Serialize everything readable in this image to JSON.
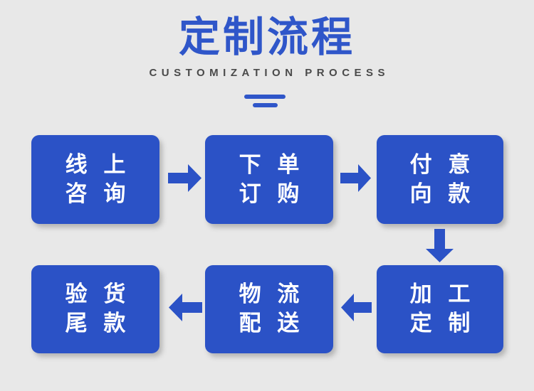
{
  "header": {
    "title": "定制流程",
    "subtitle": "CUSTOMIZATION PROCESS",
    "divider_icon": "double-line-divider"
  },
  "colors": {
    "background": "#e8e8e8",
    "brand_blue": "#2b52c6",
    "title_blue": "#2f56c9",
    "subtitle_gray": "#4a4a4a",
    "box_text": "#ffffff"
  },
  "flow": {
    "steps": [
      {
        "id": "step-1",
        "line1": "线 上",
        "line2": "咨 询"
      },
      {
        "id": "step-2",
        "line1": "下 单",
        "line2": "订 购"
      },
      {
        "id": "step-3",
        "line1": "付 意",
        "line2": "向 款"
      },
      {
        "id": "step-4",
        "line1": "加 工",
        "line2": "定 制"
      },
      {
        "id": "step-5",
        "line1": "物 流",
        "line2": "配 送"
      },
      {
        "id": "step-6",
        "line1": "验 货",
        "line2": "尾 款"
      }
    ],
    "arrows": [
      {
        "id": "arrow-1",
        "direction": "right",
        "icon": "arrow-right-icon"
      },
      {
        "id": "arrow-2",
        "direction": "right",
        "icon": "arrow-right-icon"
      },
      {
        "id": "arrow-3",
        "direction": "down",
        "icon": "arrow-down-icon"
      },
      {
        "id": "arrow-4",
        "direction": "left",
        "icon": "arrow-left-icon"
      },
      {
        "id": "arrow-5",
        "direction": "left",
        "icon": "arrow-left-icon"
      }
    ]
  }
}
